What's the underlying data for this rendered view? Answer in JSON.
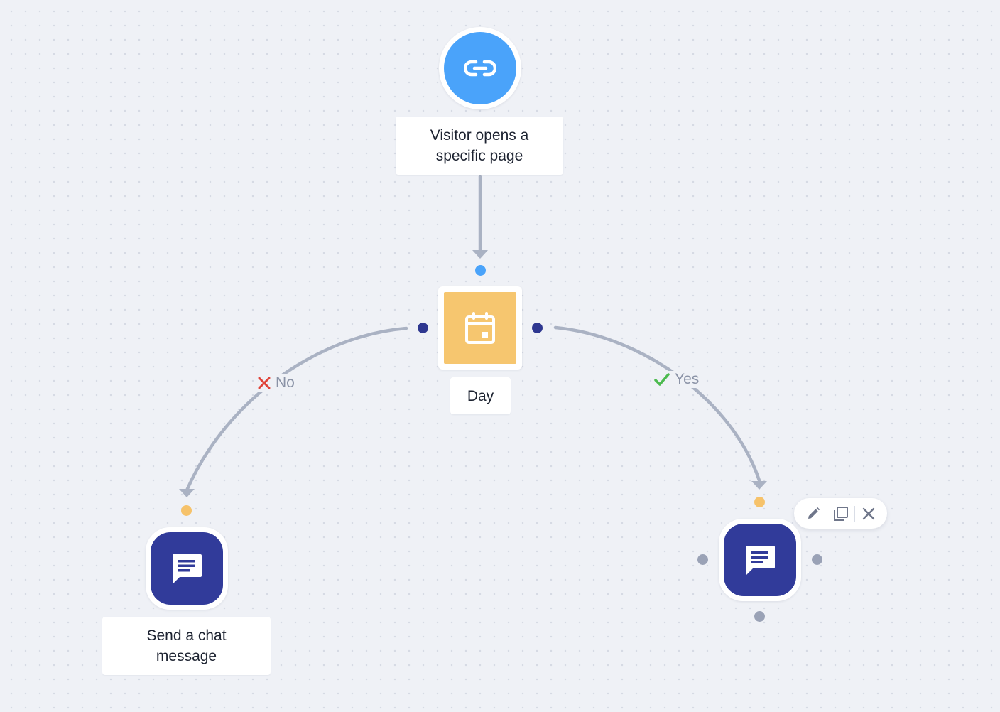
{
  "canvas": {
    "background": "#eff1f6",
    "grid_dot_color": "#d6dae4"
  },
  "colors": {
    "edge": "#aab2c3",
    "trigger": "#4aa3fa",
    "condition": "#f6c66f",
    "message": "#313b9a",
    "port_condition": "#2e3790",
    "port_input_trigger": "#4aa3fa",
    "port_input_message": "#f6c26a",
    "port_handle": "#9aa2b6",
    "no": "#e0443a",
    "yes": "#4cba4f"
  },
  "nodes": {
    "trigger": {
      "type": "trigger",
      "icon": "link-icon",
      "label_line1": "Visitor opens a",
      "label_line2": "specific page"
    },
    "condition": {
      "type": "condition",
      "icon": "calendar-icon",
      "label": "Day"
    },
    "message_left": {
      "type": "action",
      "icon": "chat-icon",
      "label_line1": "Send a chat",
      "label_line2": "message"
    },
    "message_right": {
      "type": "action",
      "icon": "chat-icon",
      "label": ""
    }
  },
  "branches": {
    "no": {
      "label": "No",
      "icon": "x-icon"
    },
    "yes": {
      "label": "Yes",
      "icon": "check-icon"
    }
  },
  "toolbar": {
    "actions": [
      {
        "name": "edit",
        "icon": "pencil-icon"
      },
      {
        "name": "duplicate",
        "icon": "copy-icon"
      },
      {
        "name": "delete",
        "icon": "close-icon"
      }
    ]
  }
}
